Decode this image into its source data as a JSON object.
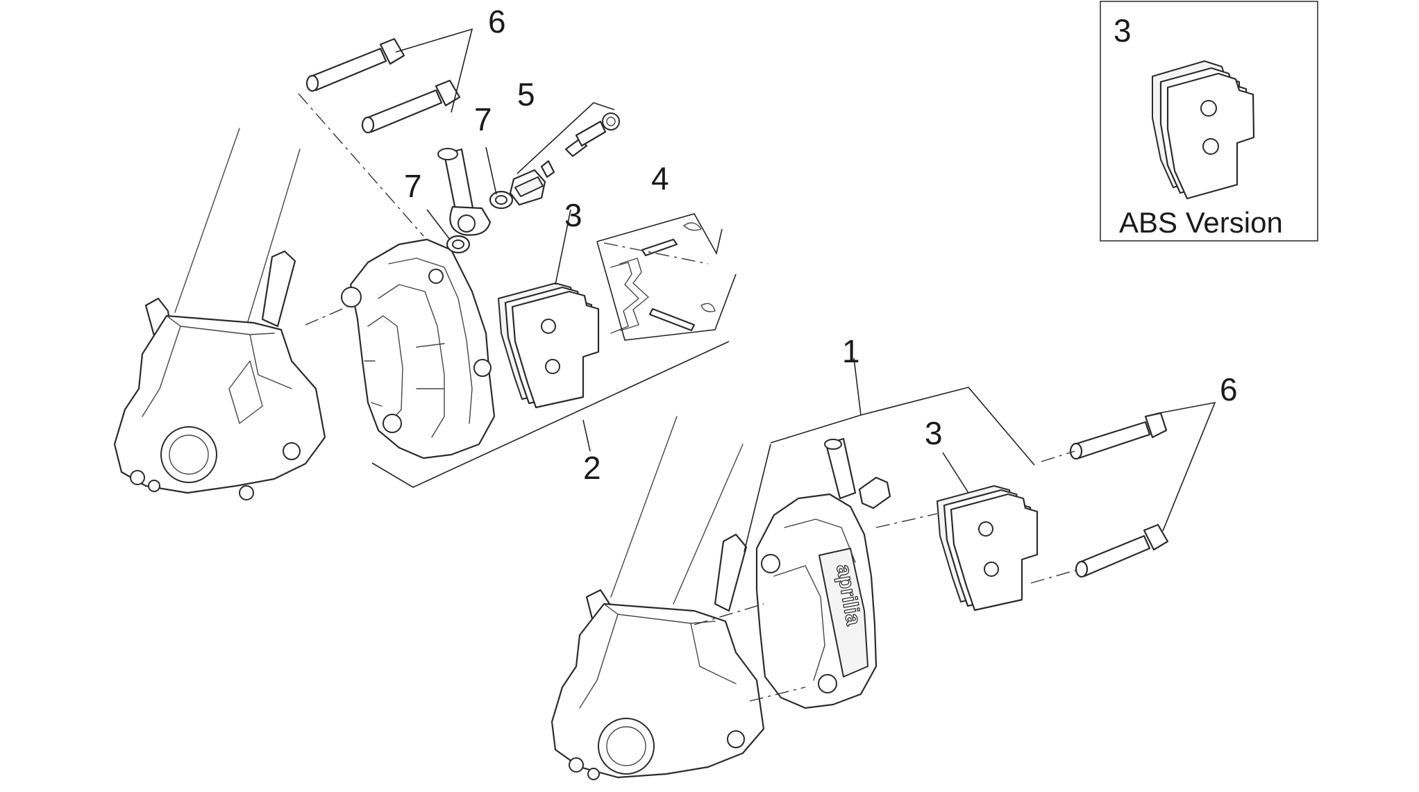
{
  "diagram": {
    "labels": {
      "screw_top": "6",
      "bleed_kit": "5",
      "washer_upper": "7",
      "washer_lower": "7",
      "pad_kit": "4",
      "pads_left": "3",
      "caliper_left": "2",
      "caliper_right": "1",
      "pads_right": "3",
      "screw_right": "6",
      "inset_pads": "3"
    },
    "inset": {
      "caption": "ABS Version"
    },
    "caliper_logo": "aprilia"
  }
}
